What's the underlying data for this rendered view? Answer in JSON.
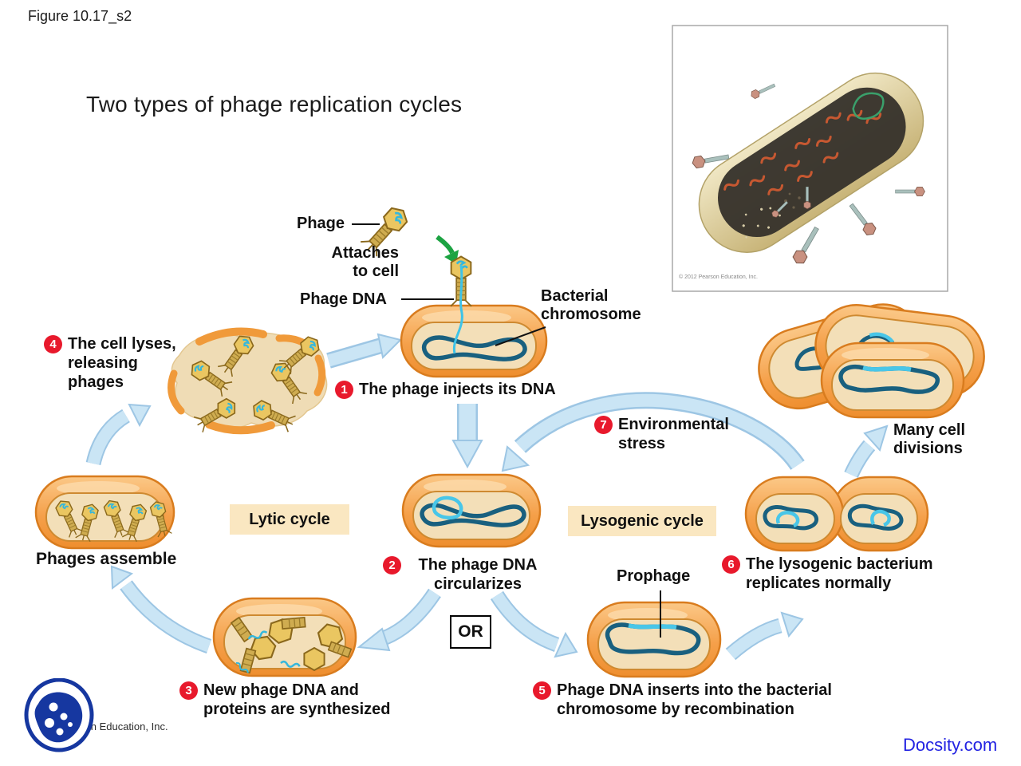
{
  "page": {
    "figure_label": "Figure 10.17_s2",
    "title": "Two types of phage replication cycles",
    "photo_credit": "© 2012 Pearson Education, Inc.",
    "publisher_credit": "son Education, Inc.",
    "watermark": "Docsity.com"
  },
  "colors": {
    "arrow_fill": "#CAE5F5",
    "arrow_edge": "#9DC6E4",
    "cell_orange": "#F5A04A",
    "cell_interior": "#F3DFB8",
    "chromosome_blue": "#19607F",
    "phage_dna_cyan": "#3EC3E8",
    "step_badge_red": "#E8192C",
    "cycle_box_bg": "#FAE7C1",
    "green_arrow": "#1CA342",
    "watermark_blue": "#2222E2",
    "logo_blue": "#1637A0"
  },
  "diagram": {
    "labels": {
      "phage": "Phage",
      "attaches": [
        "Attaches",
        "to cell"
      ],
      "phage_dna": "Phage DNA",
      "bacterial_chromosome": [
        "Bacterial",
        "chromosome"
      ],
      "phages_assemble": "Phages assemble",
      "prophage": "Prophage",
      "many_cell_divisions": [
        "Many cell",
        "divisions"
      ],
      "or": "OR",
      "lytic_cycle": "Lytic cycle",
      "lysogenic_cycle": "Lysogenic cycle"
    },
    "steps": {
      "s1": {
        "num": "1",
        "lines": [
          "The phage injects its DNA"
        ]
      },
      "s2": {
        "num": "2",
        "lines": [
          "The phage DNA",
          "circularizes"
        ]
      },
      "s3": {
        "num": "3",
        "lines": [
          "New phage DNA and",
          "proteins are synthesized"
        ]
      },
      "s4": {
        "num": "4",
        "lines": [
          "The cell lyses,",
          "releasing",
          "phages"
        ]
      },
      "s5": {
        "num": "5",
        "lines": [
          "Phage DNA inserts into the bacterial",
          "chromosome by recombination"
        ]
      },
      "s6": {
        "num": "6",
        "lines": [
          "The lysogenic bacterium",
          "replicates normally"
        ]
      },
      "s7": {
        "num": "7",
        "lines": [
          "Environmental",
          "stress"
        ]
      }
    }
  }
}
